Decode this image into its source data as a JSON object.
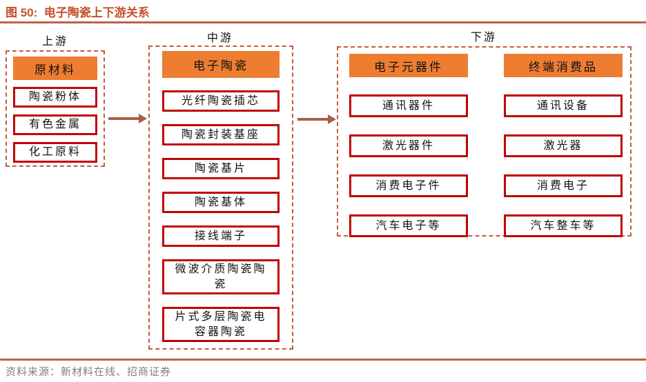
{
  "figure": {
    "title": "图 50:  电子陶瓷上下游关系",
    "source": "资料来源：新材料在线、招商证券"
  },
  "colors": {
    "title_text": "#C4502D",
    "rule": "#BD6147",
    "node_border": "#C00000",
    "header_fill": "#ED7D31",
    "dashed_border": "#C45A3F",
    "arrow": "#A85E49",
    "source_text": "#808080"
  },
  "upstream": {
    "label": "上游",
    "header": "原材料",
    "items": [
      "陶瓷粉体",
      "有色金属",
      "化工原料"
    ]
  },
  "midstream": {
    "label": "中游",
    "header": "电子陶瓷",
    "items": [
      "光纤陶瓷插芯",
      "陶瓷封装基座",
      "陶瓷基片",
      "陶瓷基体",
      "接线端子",
      "微波介质陶瓷陶瓷",
      "片式多层陶瓷电容器陶瓷"
    ]
  },
  "downstream": {
    "label": "下游",
    "columns": [
      {
        "header": "电子元器件",
        "items": [
          "通讯器件",
          "激光器件",
          "消费电子件",
          "汽车电子等"
        ]
      },
      {
        "header": "终端消费品",
        "items": [
          "通讯设备",
          "激光器",
          "消费电子",
          "汽车整车等"
        ]
      }
    ]
  }
}
